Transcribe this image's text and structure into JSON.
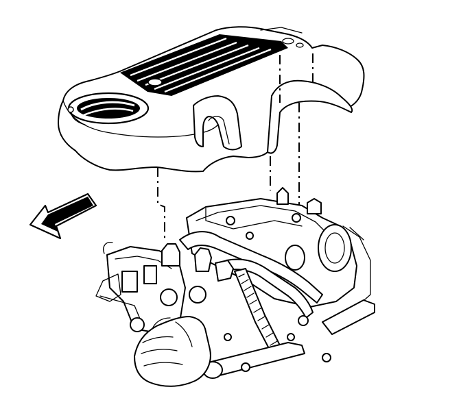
{
  "figure": {
    "kind": "technical line drawing",
    "parts": [
      "engine-cover",
      "engine-assembly",
      "direction-arrow",
      "installation-guide-lines",
      "hand"
    ],
    "colors": {
      "ink": "#000000",
      "background": "#ffffff"
    },
    "icons": [
      "direction-arrow-icon"
    ]
  }
}
